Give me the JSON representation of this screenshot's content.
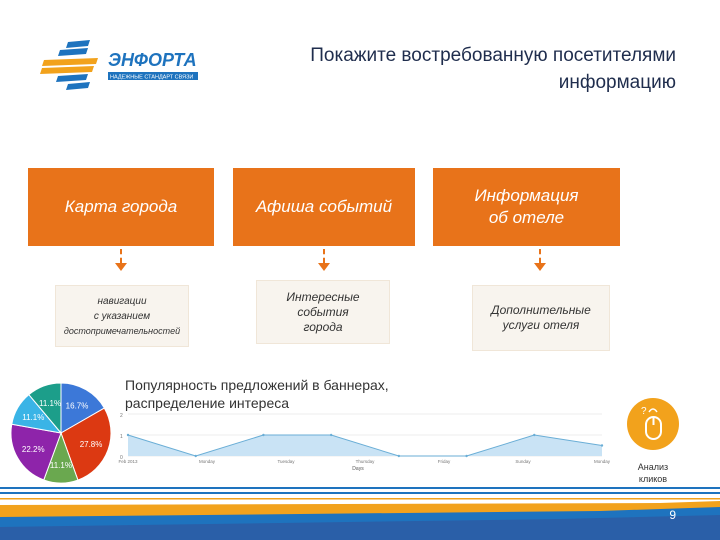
{
  "logo": {
    "brand": "ЭНФОРТА",
    "tagline": "НАДЕЖНЫЕ СТАНДАРТ СВЯЗИ"
  },
  "header": {
    "title_line1": "Покажите востребованную посетителями",
    "title_line2": "информацию"
  },
  "columns": [
    {
      "head": "Карта города",
      "head2": "",
      "detail1": "навигации",
      "detail2": "с указанием",
      "detail3": "достопримечательностей"
    },
    {
      "head": "Афиша событий",
      "head2": "",
      "detail1": "Интересные",
      "detail2": "события",
      "detail3": "города"
    },
    {
      "head": "Информация",
      "head2": "об отеле",
      "detail1": "Дополнительные",
      "detail2": "услуги отеля",
      "detail3": ""
    }
  ],
  "caption": {
    "line1": "Популярность предложений в баннерах,",
    "line2": "распределение интереса"
  },
  "pie": {
    "slices": [
      {
        "label": "16.7%",
        "value": 16.7,
        "color": "#3c78d8"
      },
      {
        "label": "27.8%",
        "value": 27.8,
        "color": "#dc3912"
      },
      {
        "label": "11.1%",
        "value": 11.1,
        "color": "#6aa84f"
      },
      {
        "label": "22.2%",
        "value": 22.2,
        "color": "#8e24aa"
      },
      {
        "label": "11.1%",
        "value": 11.1,
        "color": "#3ab4e6"
      },
      {
        "label": "11.1%",
        "value": 11.1,
        "color": "#1c9e8a"
      }
    ]
  },
  "line_chart": {
    "y_ticks": [
      "2",
      "1",
      "0"
    ],
    "x_ticks": [
      "Feb 2013",
      "Monday",
      "Tuesday",
      "Thursday",
      "Friday",
      "Sunday",
      "Monday"
    ],
    "xlabel": "Days",
    "values": [
      1,
      0,
      1,
      1,
      0,
      0,
      1,
      0.5
    ],
    "ymax": 2,
    "fill": "#c9e3f5",
    "stroke": "#6aaed6"
  },
  "clicks": {
    "label_line1": "Анализ",
    "label_line2": "кликов",
    "icon_symbol": "?"
  },
  "footer": {
    "page": "9"
  },
  "colors": {
    "orange": "#e8731a",
    "navy": "#1f2d4d",
    "blue": "#1e73be",
    "light_box": "#f8f4ee"
  }
}
